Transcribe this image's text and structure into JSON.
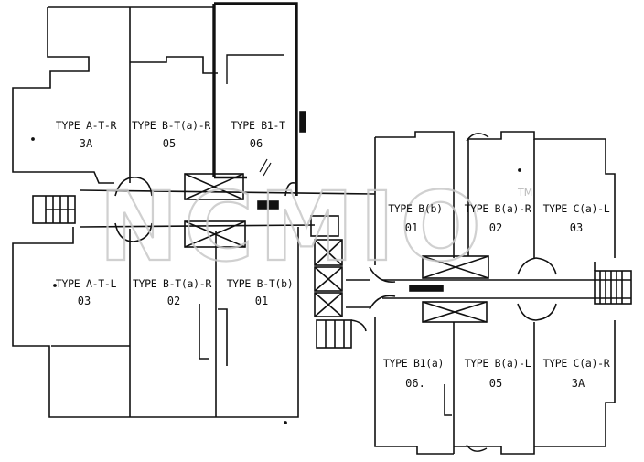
{
  "watermark": "NCMIO",
  "watermark_tm": "TM",
  "units": [
    {
      "id": "a-t-r-3a",
      "type": "TYPE A-T-R",
      "no": "3A"
    },
    {
      "id": "b-t-a-r-05",
      "type": "TYPE B-T(a)-R",
      "no": "05"
    },
    {
      "id": "b1-t-06",
      "type": "TYPE B1-T",
      "no": "06"
    },
    {
      "id": "a-t-l-03",
      "type": "TYPE A-T-L",
      "no": "03"
    },
    {
      "id": "b-t-a-r-02",
      "type": "TYPE B-T(a)-R",
      "no": "02"
    },
    {
      "id": "b-t-b-01",
      "type": "TYPE B-T(b)",
      "no": "01"
    },
    {
      "id": "b-b-01",
      "type": "TYPE B(b)",
      "no": "01"
    },
    {
      "id": "b-a-r-02",
      "type": "TYPE B(a)-R",
      "no": "02"
    },
    {
      "id": "c-a-l-03",
      "type": "TYPE C(a)-L",
      "no": "03"
    },
    {
      "id": "b1-a-06",
      "type": "TYPE B1(a)",
      "no": "06."
    },
    {
      "id": "b-a-l-05",
      "type": "TYPE B(a)-L",
      "no": "05"
    },
    {
      "id": "c-a-r-3a",
      "type": "TYPE C(a)-R",
      "no": "3A"
    }
  ],
  "colors": {
    "line": "#111111",
    "watermark": "#c8c8c8"
  }
}
